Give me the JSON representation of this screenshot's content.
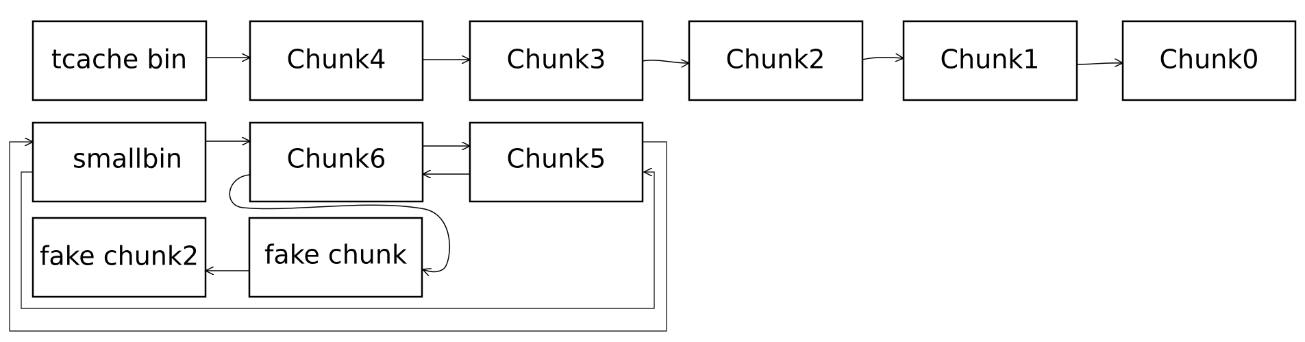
{
  "nodes": {
    "tcache_bin": "tcache bin",
    "chunk4": "Chunk4",
    "chunk3": "Chunk3",
    "chunk2": "Chunk2",
    "chunk1": "Chunk1",
    "chunk0": "Chunk0",
    "smallbin": "smallbin",
    "chunk6": "Chunk6",
    "chunk5": "Chunk5",
    "fake_chunk": "fake chunk",
    "fake_chunk2": "fake chunk2"
  },
  "colors": {
    "stroke": "#000000",
    "fill": "#ffffff",
    "background": "#ffffff"
  }
}
